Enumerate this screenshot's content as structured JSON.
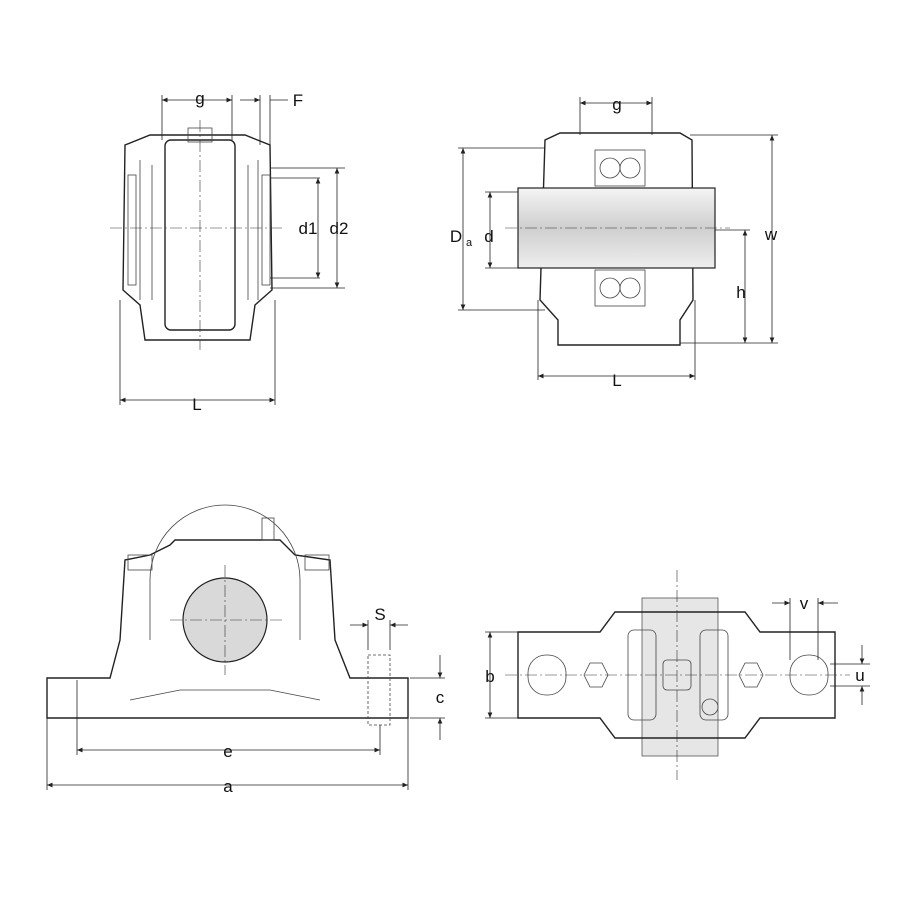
{
  "views": {
    "side_section": {
      "labels": {
        "g": "g",
        "F": "F",
        "d1": "d1",
        "d2": "d2",
        "L": "L"
      }
    },
    "cross_section": {
      "labels": {
        "g": "g",
        "Da_main": "D",
        "Da_sub": "a",
        "d": "d",
        "w": "w",
        "h": "h",
        "L": "L"
      }
    },
    "front_view": {
      "labels": {
        "S": "S",
        "c": "c",
        "e": "e",
        "a": "a"
      }
    },
    "top_view": {
      "labels": {
        "v": "v",
        "b": "b",
        "u": "u"
      }
    }
  },
  "colors": {
    "line": "#222222",
    "shaft_fill": "#d9d9d9"
  }
}
